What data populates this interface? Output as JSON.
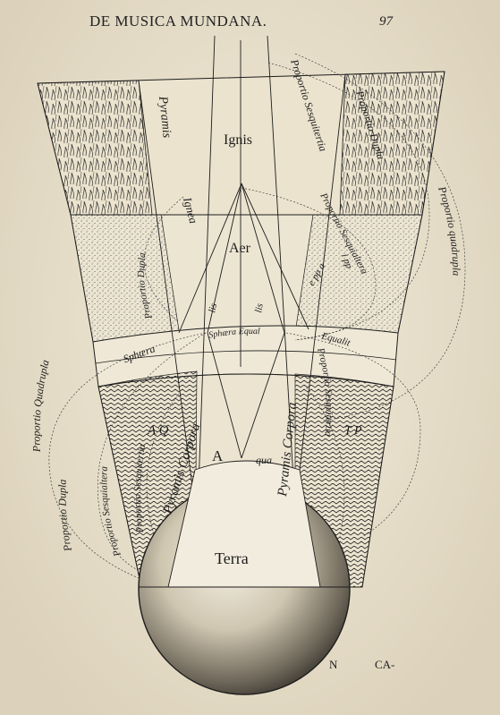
{
  "page": {
    "running_head": "DE MUSICA MUNDANA.",
    "page_number": "97",
    "signature": "N",
    "catchword": "CA-"
  },
  "colors": {
    "paper": "#ece4d0",
    "ink": "#1d1d1d"
  },
  "elements": {
    "fire": "Ignis",
    "air": "Aer",
    "water": "A",
    "water_suffix": "qua",
    "earth": "Terra"
  },
  "labels": {
    "pyramis_upper": "Pyramis",
    "ignea": "Ignea",
    "sphaera_left": "Sphæra",
    "sphaera_equal": "Sphæra Equal",
    "equalit": "Equalit",
    "pyramis_corpora_left": "Pyramis Corpora",
    "pyramis_corpora_right": "Pyramis Corpora",
    "aq_mark": "A Q",
    "lis_left": "lis",
    "lis_right": "lis",
    "tp_mark": "T P",
    "e_pp_mark": "e pp a",
    "ipp_mark": "i pp"
  },
  "proportions": {
    "upper_sesquitertia": "Proportio Sesquitertia",
    "upper_dupla": "Proportio Dupla",
    "quadrupla_right": "Proportio quadrupla",
    "sesquialtera_right": "Proportio Sesquialtera",
    "dupla_middle": "Proportio Dupla",
    "dupla_left": "Proportio Dupla",
    "quadrupla_left": "Proportio Quadrupla",
    "sesquialtera_left": "Proportio Sesquialtera",
    "sesquitertia_left": "Proportio Sesquitertia",
    "sesquitertia_right": "Proportio Sesquitertia"
  }
}
